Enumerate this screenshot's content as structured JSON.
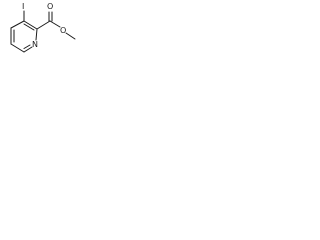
{
  "molecule": {
    "atoms": {
      "iodine": "I",
      "nitrogen": "N",
      "carbonyl_oxygen": "O",
      "ester_oxygen": "O"
    },
    "colors": {
      "bond": "#1a1a1a",
      "label": "#1a1a1a",
      "background": "#ffffff"
    }
  }
}
